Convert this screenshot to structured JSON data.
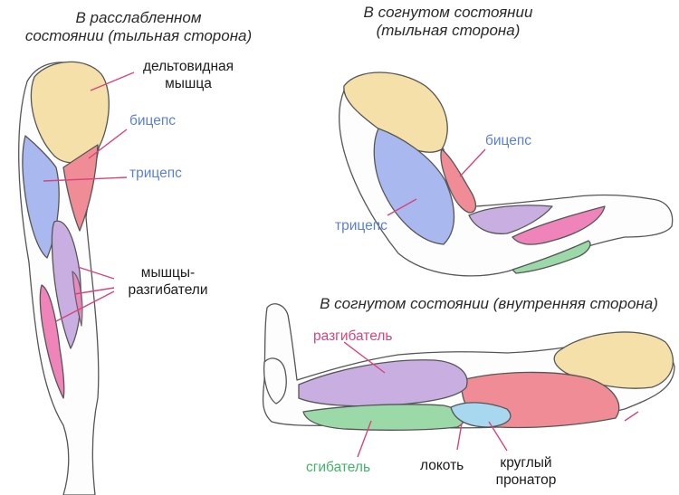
{
  "titles": {
    "relaxed_line1": "В расслабленном",
    "relaxed_line2": "состоянии (тыльная сторона)",
    "bent_back_line1": "В согнутом состоянии",
    "bent_back_line2": "(тыльная сторона)",
    "bent_inner": "В согнутом состоянии (внутренняя сторона)"
  },
  "labels": {
    "deltoid_line1": "дельтовидная",
    "deltoid_line2": "мышца",
    "biceps_relaxed": "бицепс",
    "triceps_relaxed": "трицепс",
    "extensors_line1": "мышцы-",
    "extensors_line2": "разгибатели",
    "biceps_bent": "бицепс",
    "triceps_bent": "трицепс",
    "extensor_inner": "разгибатель",
    "flexor_inner": "сгибатель",
    "elbow_inner": "локоть",
    "pronator_line1": "круглый",
    "pronator_line2": "пронатор"
  },
  "colors": {
    "deltoid": "#f4e0a8",
    "biceps": "#ef8c96",
    "triceps": "#a9b8ef",
    "extensor": "#c9aee2",
    "extensor_pink": "#ee84ba",
    "flexor": "#9bd9a9",
    "pronator": "#a8d8f0",
    "label_blue": "#5b7fd6",
    "label_green": "#43b26a",
    "label_pink": "#d6457a"
  }
}
